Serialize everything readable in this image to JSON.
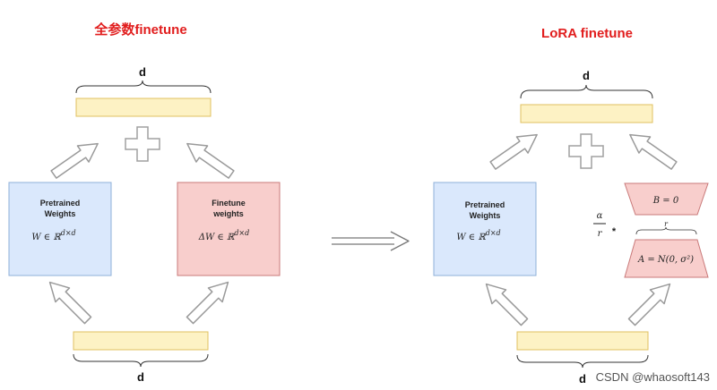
{
  "left": {
    "title": "全参数finetune",
    "top_dim_label": "d",
    "bottom_dim_label": "d",
    "pretrained": {
      "line1": "Pretrained",
      "line2": "Weights",
      "formula": "W ∈ ℝ",
      "sup": "d×d"
    },
    "finetune": {
      "line1": "Finetune",
      "line2": "weights",
      "formula": "ΔW ∈ ℝ",
      "sup": "d×d"
    }
  },
  "right": {
    "title": "LoRA finetune",
    "top_dim_label": "d",
    "bottom_dim_label": "d",
    "pretrained": {
      "line1": "Pretrained",
      "line2": "Weights",
      "formula": "W ∈ ℝ",
      "sup": "d×d"
    },
    "lora_b": {
      "formula": "B = 0"
    },
    "lora_a": {
      "formula": "A = N(0, σ²)"
    },
    "rank_label": "r",
    "scale_numerator": "α",
    "scale_denominator": "r",
    "multiply_symbol": "*"
  },
  "watermark": "CSDN @whaosoft143",
  "colors": {
    "title": "#e11d1d",
    "yellow_fill": "#fdf2c4",
    "yellow_stroke": "#e0c060",
    "blue_fill": "#dae8fc",
    "blue_stroke": "#8fb0d8",
    "red_fill": "#f8cecc",
    "red_stroke": "#c97a7a"
  }
}
